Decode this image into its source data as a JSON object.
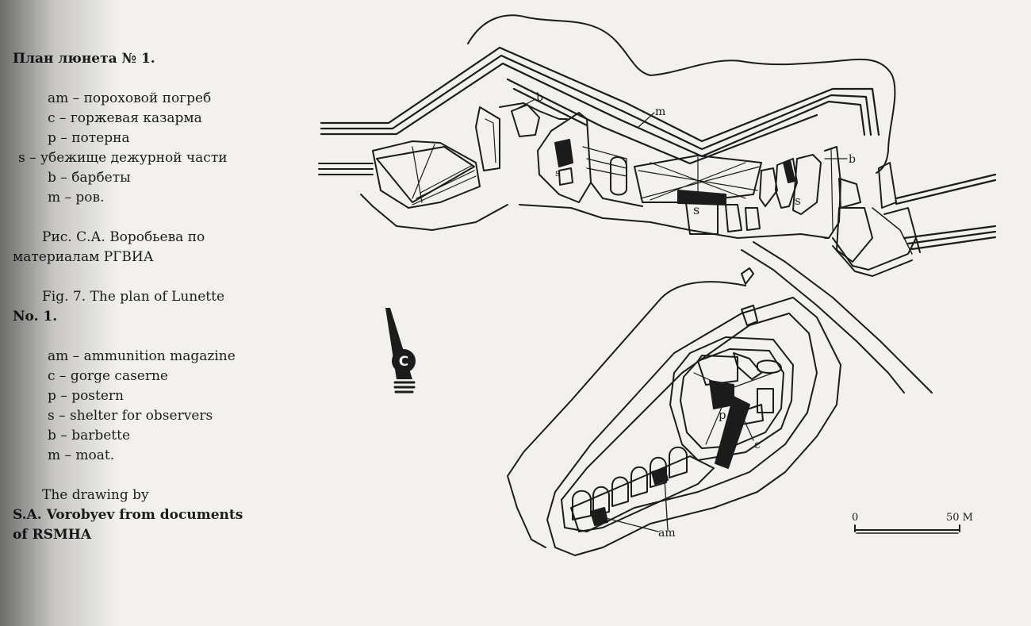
{
  "caption": {
    "ru_title": "План люнета № 1.",
    "ru_legend": [
      "am – пороховой погреб",
      "c – горжевая казарма",
      "p – потерна",
      "s – убежище дежурной части",
      "b – барбеты",
      "m – ров."
    ],
    "ru_credit_1": "Рис. С.А. Воробьева по",
    "ru_credit_2": "материалам РГВИА",
    "en_title_1": "Fig. 7. The plan of Lunette",
    "en_title_2": "No. 1.",
    "en_legend": [
      "am – ammunition magazine",
      "c – gorge caserne",
      "p – postern",
      "s – shelter for observers",
      "b – barbette",
      "m – moat."
    ],
    "en_credit_1": "The drawing by",
    "en_credit_2": "S.A. Vorobyev from documents",
    "en_credit_3": "of RSMHA"
  },
  "plan": {
    "labels": {
      "b_left": "b",
      "b_right": "b",
      "m": "m",
      "s_1": "s",
      "s_2": "s",
      "s_3": "s",
      "p": "p",
      "c": "c",
      "am": "am",
      "north": "C"
    },
    "scale": {
      "zero": "0",
      "max": "50 M"
    }
  },
  "colors": {
    "ink": "#1c1c1c",
    "paper": "#f2f1ee"
  }
}
